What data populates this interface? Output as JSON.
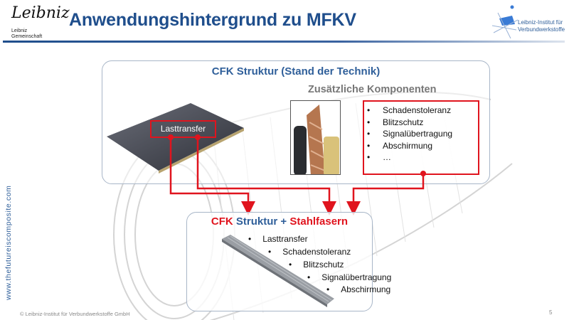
{
  "header": {
    "title": "Anwendungshintergrund zu MFKV",
    "logo_left": {
      "signature": "Leibniz",
      "line1": "Leibniz",
      "line2": "Gemeinschaft"
    },
    "logo_right": {
      "line1": "Leibniz-Institut für",
      "line2": "Verbundwerkstoffe"
    }
  },
  "top_panel": {
    "title": "CFK Struktur (Stand der Technik)",
    "subtitle": "Zusätzliche Komponenten",
    "load_label": "Lasttransfer",
    "components": [
      "Schadenstoleranz",
      "Blitzschutz",
      "Signalübertragung",
      "Abschirmung",
      "…"
    ]
  },
  "bottom_panel": {
    "title_part1": "CFK",
    "title_part2": "Struktur +",
    "title_part3": "Stahlfasern",
    "items": [
      "Lasttransfer",
      "Schadenstoleranz",
      "Blitzschutz",
      "Signalübertragung",
      "Abschirmung"
    ]
  },
  "side_url": "www.thefutureiscomposite.com",
  "footer": {
    "copyright": "© Leibniz-Institut für Verbundwerkstoffe GmbH",
    "page_number": "5"
  },
  "colors": {
    "title_blue": "#1f4e8c",
    "accent_red": "#e0141e"
  }
}
